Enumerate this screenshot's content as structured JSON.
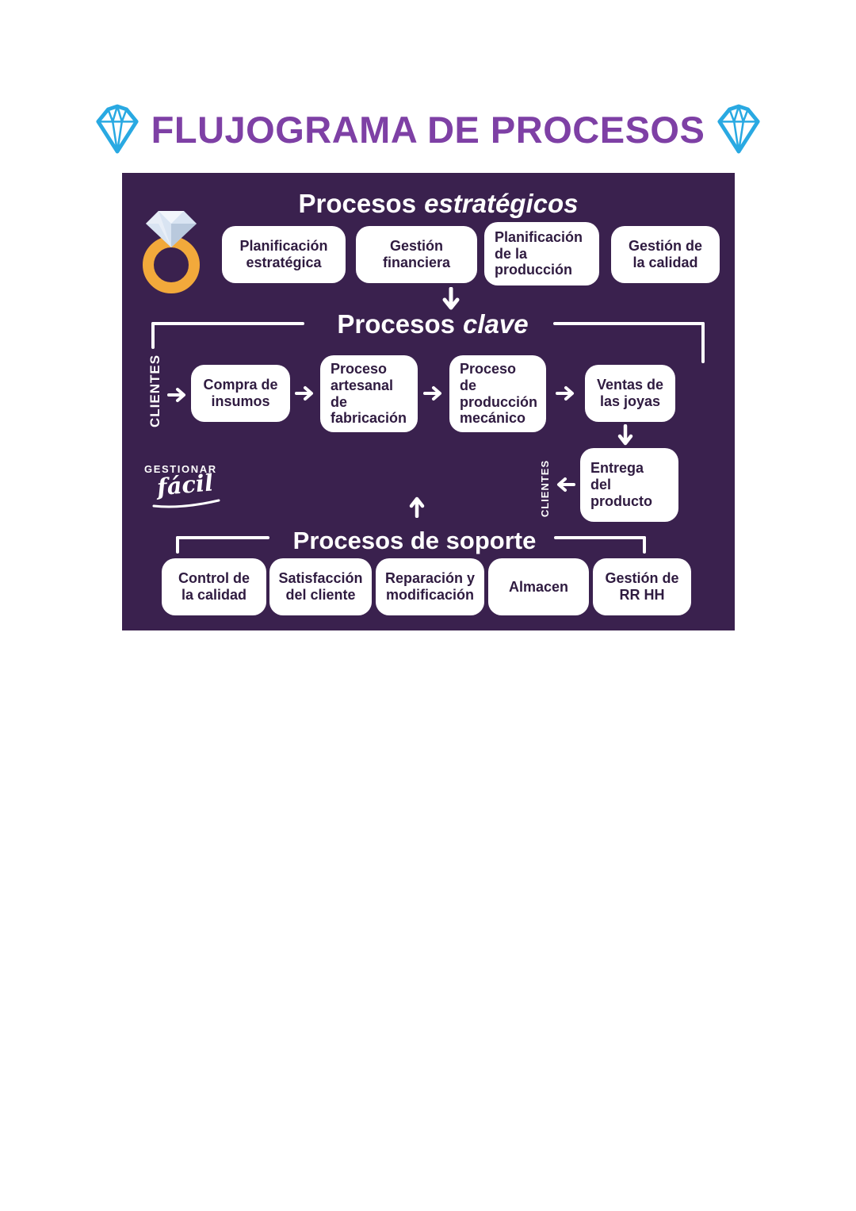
{
  "title": {
    "text": "FLUJOGRAMA DE PROCESOS"
  },
  "colors": {
    "page_background": "#ffffff",
    "title_text": "#7e40a5",
    "gem_icon": "#29a9e2",
    "diagram_background": "#3a214e",
    "process_box_background": "#ffffff",
    "process_box_text": "#2f1b40",
    "connector_lines": "#ffffff",
    "ring_band_gold": "#f2a93b",
    "ring_diamond": "#d9e4f2"
  },
  "icons": {
    "left_title_icon": "gem-diamond-icon",
    "right_title_icon": "gem-diamond-icon",
    "diagram_corner_icon": "diamond-ring-icon",
    "flow_arrows": [
      "arrow-down-icon",
      "arrow-right-icon",
      "arrow-left-icon",
      "arrow-up-icon"
    ]
  },
  "diagram": {
    "strategic": {
      "heading_bold": "Procesos",
      "heading_italic": "estratégicos",
      "boxes": [
        {
          "label": "Planificación\nestratégica"
        },
        {
          "label": "Gestión\nfinanciera"
        },
        {
          "label": "Planificación\nde la\nproducción"
        },
        {
          "label": "Gestión de\nla calidad"
        }
      ]
    },
    "key": {
      "heading_bold": "Procesos",
      "heading_italic": "clave",
      "boxes": [
        {
          "label": "Compra de\ninsumos"
        },
        {
          "label": "Proceso\nartesanal\nde\nfabricación"
        },
        {
          "label": "Proceso\nde\nproducción\nmecánico"
        },
        {
          "label": "Ventas de\nlas joyas"
        }
      ],
      "delivery_label": "Entrega\ndel\nproducto"
    },
    "support": {
      "heading": "Procesos de soporte",
      "boxes": [
        {
          "label": "Control de\nla calidad"
        },
        {
          "label": "Satisfacción\ndel cliente"
        },
        {
          "label": "Reparación y\nmodificación"
        },
        {
          "label": "Almacen"
        },
        {
          "label": "Gestión de\nRR HH"
        }
      ]
    },
    "clientes_left": "CLIENTES",
    "clientes_right": "CLIENTES",
    "logo": {
      "line1": "GESTIONAR",
      "line2": "fácil"
    }
  }
}
